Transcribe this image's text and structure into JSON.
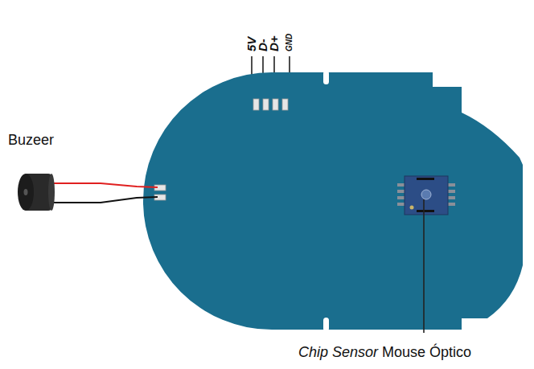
{
  "diagram": {
    "labels": [
      "5V",
      "D-",
      "D+",
      "GND",
      "Buzeer",
      "Chip Sensor",
      "Mouse Óptico"
    ]
  }
}
